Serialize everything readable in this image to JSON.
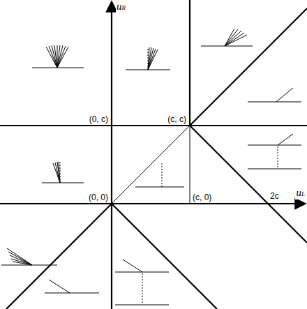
{
  "diagram": {
    "labels": [
      "uR",
      "uL",
      "(0, c)",
      "(c, c)",
      "(0, 0)",
      "(c, 0)",
      "2c"
    ]
  }
}
